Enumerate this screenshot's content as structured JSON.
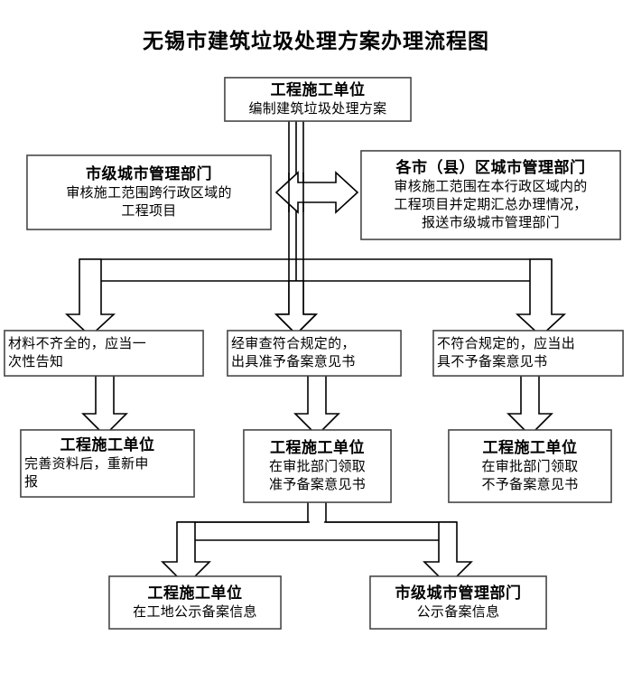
{
  "document": {
    "title": "无锡市建筑垃圾处理方案办理流程图"
  },
  "chart_data": {
    "type": "diagram",
    "diagram_kind": "flowchart",
    "title": "无锡市建筑垃圾处理方案办理流程图",
    "orientation": "top-to-bottom",
    "nodes": [
      {
        "id": "start",
        "title": "工程施工单位",
        "body": "编制建筑垃圾处理方案",
        "level": 1
      },
      {
        "id": "city-dept",
        "title": "市级城市管理部门",
        "body": "审核施工范围跨行政区域的工程项目",
        "level": 2
      },
      {
        "id": "district-dept",
        "title": "各市（县）区城市管理部门",
        "body": "审核施工范围在本行政区域内的工程项目并定期汇总办理情况，报送市级城市管理部门",
        "level": 2
      },
      {
        "id": "incomplete",
        "title": "",
        "body": "材料不齐全的，应当一次性告知",
        "level": 3
      },
      {
        "id": "compliant",
        "title": "",
        "body": "经审查符合规定的，出具准予备案意见书",
        "level": 3
      },
      {
        "id": "noncompliant",
        "title": "",
        "body": "不符合规定的，应当出具不予备案意见书",
        "level": 3
      },
      {
        "id": "resubmit",
        "title": "工程施工单位",
        "body": "完善资料后，重新申报",
        "level": 4
      },
      {
        "id": "collect-approval",
        "title": "工程施工单位",
        "body": "在审批部门领取准予备案意见书",
        "level": 4
      },
      {
        "id": "collect-rejection",
        "title": "工程施工单位",
        "body": "在审批部门领取不予备案意见书",
        "level": 4
      },
      {
        "id": "site-publicity",
        "title": "工程施工单位",
        "body": "在工地公示备案信息",
        "level": 5
      },
      {
        "id": "city-publicity",
        "title": "市级城市管理部门",
        "body": "公示备案信息",
        "level": 5
      }
    ],
    "edges": [
      {
        "from": "start",
        "to": "compliant",
        "style": "block-arrow-down"
      },
      {
        "from": "city-dept",
        "to": "district-dept",
        "style": "double-headed-horizontal"
      },
      {
        "from": "review-bar",
        "to": "incomplete",
        "style": "block-arrow-down"
      },
      {
        "from": "review-bar",
        "to": "compliant",
        "style": "block-arrow-down"
      },
      {
        "from": "review-bar",
        "to": "noncompliant",
        "style": "block-arrow-down"
      },
      {
        "from": "incomplete",
        "to": "resubmit",
        "style": "block-arrow-down"
      },
      {
        "from": "compliant",
        "to": "collect-approval",
        "style": "block-arrow-down"
      },
      {
        "from": "noncompliant",
        "to": "collect-rejection",
        "style": "block-arrow-down"
      },
      {
        "from": "collect-approval",
        "to": "site-publicity",
        "style": "block-arrow-down"
      },
      {
        "from": "collect-approval",
        "to": "city-publicity",
        "style": "block-arrow-down"
      }
    ],
    "colors": {
      "background": "#ffffff",
      "box_border": "#4a4a4a",
      "arrow_stroke": "#000000",
      "arrow_fill": "#ffffff",
      "text": "#000000"
    }
  },
  "nodes": {
    "start": {
      "title": "工程施工单位",
      "body": "编制建筑垃圾处理方案"
    },
    "city_dept": {
      "title": "市级城市管理部门",
      "body_line1": "审核施工范围跨行政区域的",
      "body_line2": "工程项目"
    },
    "district_dept": {
      "title": "各市（县）区城市管理部门",
      "body_line1": "审核施工范围在本行政区域内的",
      "body_line2": "工程项目并定期汇总办理情况，",
      "body_line3": "报送市级城市管理部门"
    },
    "incomplete": {
      "body_line1": "材料不齐全的，应当一",
      "body_line2": "次性告知"
    },
    "compliant": {
      "body_line1": "经审查符合规定的，",
      "body_line2": "出具准予备案意见书"
    },
    "noncompliant": {
      "body_line1": "不符合规定的，应当出",
      "body_line2": "具不予备案意见书"
    },
    "resubmit": {
      "title": "工程施工单位",
      "body_line1": "完善资料后，重新申",
      "body_line2": "报"
    },
    "collect_approval": {
      "title": "工程施工单位",
      "body_line1": "在审批部门领取",
      "body_line2": "准予备案意见书"
    },
    "collect_rejection": {
      "title": "工程施工单位",
      "body_line1": "在审批部门领取",
      "body_line2": "不予备案意见书"
    },
    "site_publicity": {
      "title": "工程施工单位",
      "body": "在工地公示备案信息"
    },
    "city_publicity": {
      "title": "市级城市管理部门",
      "body": "公示备案信息"
    }
  }
}
